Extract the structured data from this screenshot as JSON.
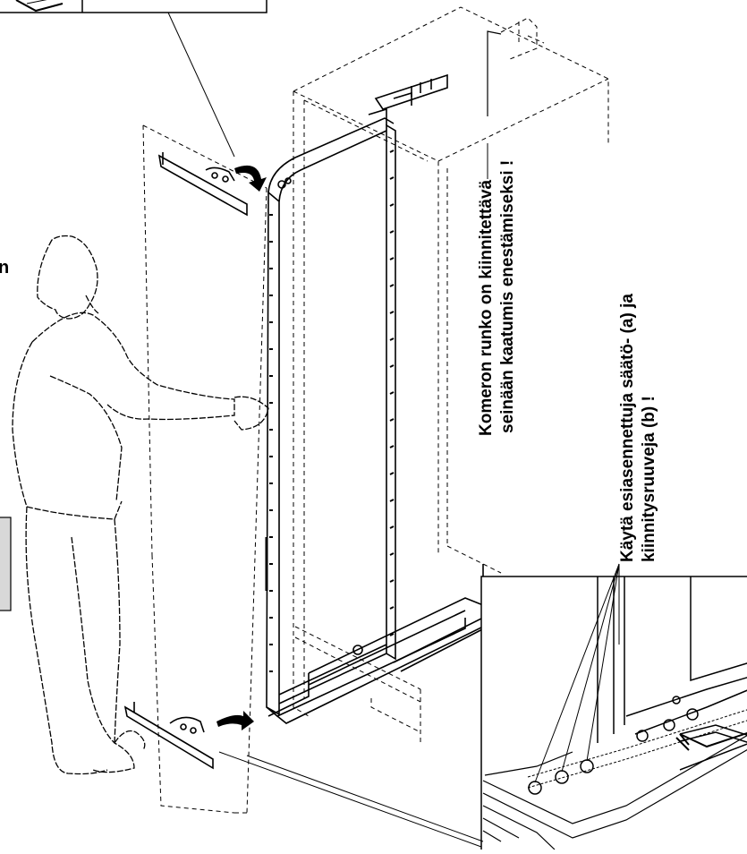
{
  "labels": {
    "tip_line1": "Komeron runko on kiinnitettävä",
    "tip_line2": "seinään kaatumis enestämiseksi !",
    "use_line1": "Käytä esiasennettuja säätö- (a) ja",
    "use_line2": "kiinnitysruuveja (b) !",
    "edge_letter": "n"
  },
  "colors": {
    "line": "#000000",
    "panel_gray": "#d8d8d8",
    "arrow": "#000000"
  },
  "icons": {
    "person": "person-installing-icon",
    "curved_arrow": "curved-arrow-icon",
    "wrench": "hex-key-icon"
  }
}
